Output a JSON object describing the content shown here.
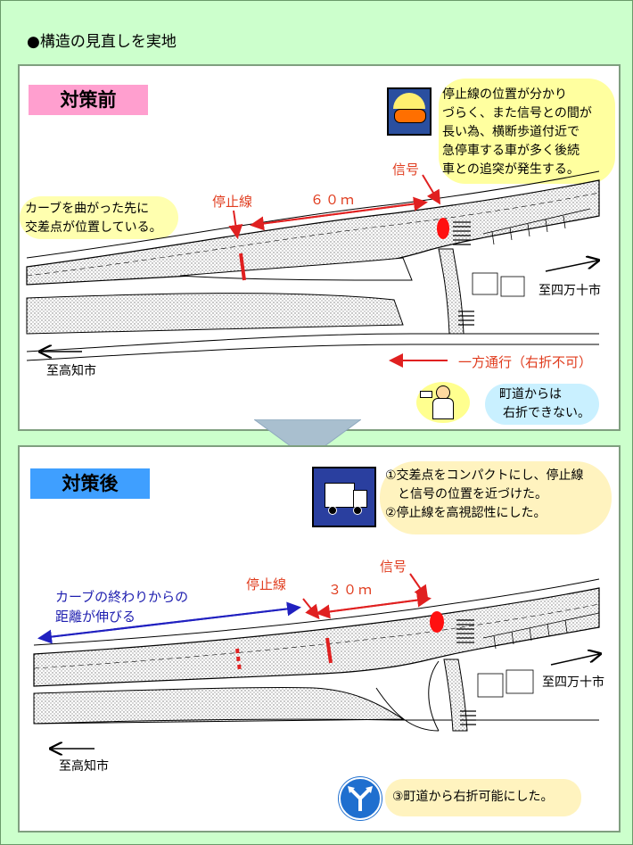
{
  "heading": "●構造の見直しを実地",
  "before": {
    "title": "対策前",
    "problem_lines": [
      "停止線の位置が分かり",
      "づらく、また信号との間が",
      "長い為、横断歩道付近で",
      "急停車する車が多く後続",
      "車との追突が発生する。"
    ],
    "curve_lines": [
      "カーブを曲がった先に",
      "交差点が位置している。"
    ],
    "stop_line_label": "停止線",
    "distance_label": "６０ｍ",
    "signal_label": "信号",
    "to_shimanto": "至四万十市",
    "to_kochi": "至高知市",
    "one_way": "一方通行（右折不可）",
    "town_road_lines": [
      "町道からは",
      "右折できない。"
    ]
  },
  "after": {
    "title": "対策後",
    "measures": [
      "①交差点をコンパクトにし、停止線",
      "と信号の位置を近づけた。",
      "②停止線を高視認性にした。"
    ],
    "curve_lines": [
      "カーブの終わりからの",
      "距離が伸びる"
    ],
    "stop_line_label": "停止線",
    "distance_label": "３０ｍ",
    "signal_label": "信号",
    "to_shimanto": "至四万十市",
    "to_kochi": "至高知市",
    "right_turn": "③町道から右折可能にした。"
  }
}
